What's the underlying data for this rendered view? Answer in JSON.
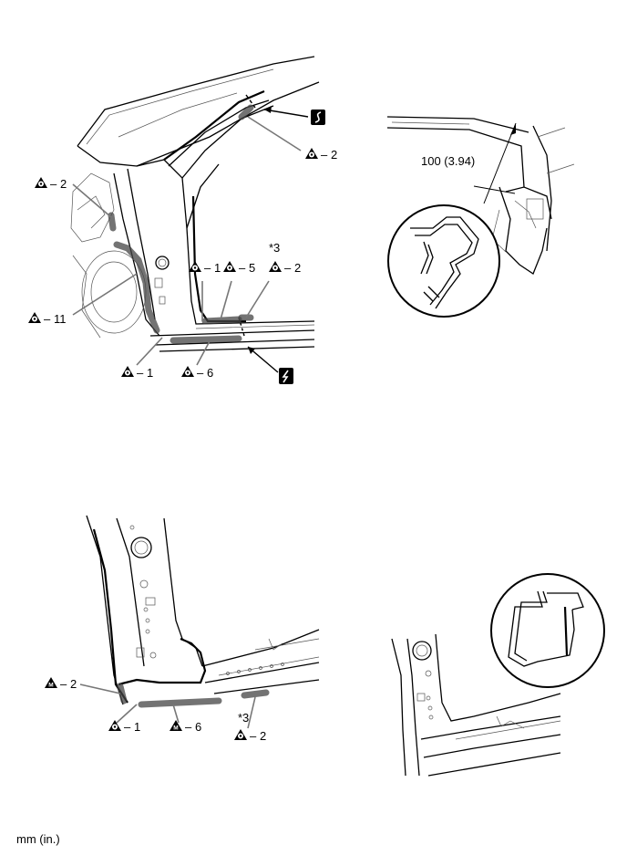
{
  "callouts": {
    "weld_2_a": "2",
    "weld_2_b": "2",
    "weld_11": "11",
    "weld_1_a": "1",
    "weld_1_b": "1",
    "weld_5": "5",
    "weld_2_c": "2",
    "weld_6": "6",
    "note_3_a": "*3",
    "mig_2": "2",
    "weld_1_c": "1",
    "mig_6": "6",
    "note_3_b": "*3",
    "weld_2_d": "2"
  },
  "dimension": {
    "label": "100 (3.94)"
  },
  "unit_note": "mm (in.)",
  "icons": {
    "cut_saw": "saw-cut-icon",
    "cut_air": "air-saw-cut-icon",
    "spot_weld": "spot-weld-icon",
    "mig_weld": "mig-plug-weld-icon"
  }
}
